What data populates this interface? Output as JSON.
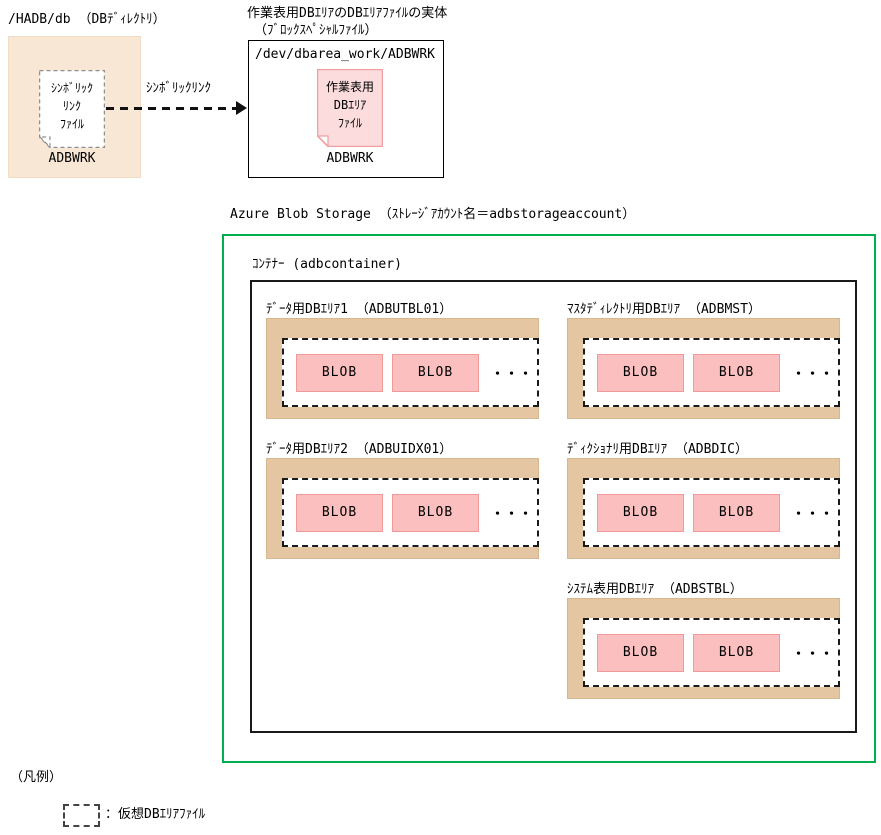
{
  "colors": {
    "directory_fill": "#F8E7D4",
    "dbarea_fill": "#E5C6A3",
    "dbarea_border": "#D6B890",
    "blob_fill": "#FBBFBF",
    "blob_border": "#F29999",
    "file_fill": "#FCDCDC",
    "file_border": "#F0A0A0",
    "storage_border": "#00B050"
  },
  "db_directory": {
    "label": "/HADB/db （DBﾃﾞｨﾚｸﾄﾘ）",
    "symlink_file": {
      "lines": [
        "ｼﾝﾎﾞﾘｯｸ",
        "ﾘﾝｸ",
        "ﾌｧｲﾙ"
      ],
      "name": "ADBWRK"
    }
  },
  "symlink_arrow_label": "ｼﾝﾎﾞﾘｯｸﾘﾝｸ",
  "work_dbarea_file": {
    "title_line1": "作業表用DBｴﾘｱのDBｴﾘｱﾌｧｲﾙの実体",
    "title_line2": "（ﾌﾞﾛｯｸｽﾍﾟｼｬﾙﾌｧｲﾙ）",
    "device_path": "/dev/dbarea_work/ADBWRK",
    "file": {
      "lines": [
        "作業表用",
        "DBｴﾘｱ",
        "ﾌｧｲﾙ"
      ],
      "name": "ADBWRK"
    }
  },
  "azure_storage": {
    "label": "Azure Blob Storage （ｽﾄﾚｰｼﾞｱｶｳﾝﾄ名＝adbstorageaccount）",
    "container_label": "ｺﾝﾃﾅｰ (adbcontainer)",
    "blob_label": "BLOB",
    "ellipsis": "・・・",
    "db_areas": [
      {
        "label": "ﾃﾞｰﾀ用DBｴﾘｱ1 （ADBUTBL01）"
      },
      {
        "label": "ﾏｽﾀﾃﾞｨﾚｸﾄﾘ用DBｴﾘｱ （ADBMST）"
      },
      {
        "label": "ﾃﾞｰﾀ用DBｴﾘｱ2 （ADBUIDX01）"
      },
      {
        "label": "ﾃﾞｨｸｼｮﾅﾘ用DBｴﾘｱ （ADBDIC）"
      },
      {
        "label": "ｼｽﾃﾑ表用DBｴﾘｱ （ADBSTBL）"
      }
    ]
  },
  "legend": {
    "title": "（凡例）",
    "virtual_file_label": "：仮想DBｴﾘｱﾌｧｲﾙ"
  }
}
